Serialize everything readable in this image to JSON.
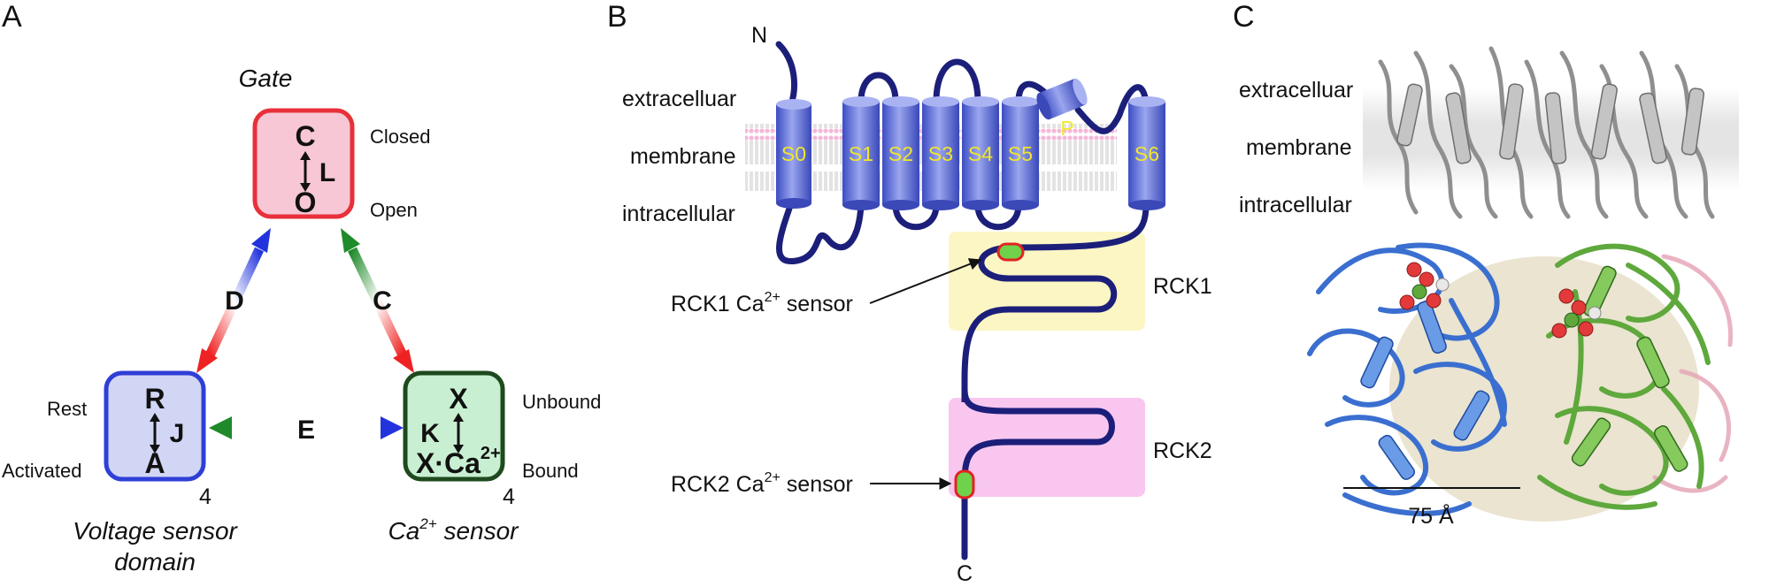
{
  "panels": {
    "a": "A",
    "b": "B",
    "c": "C"
  },
  "panel_a": {
    "gate": {
      "title": "Gate",
      "top_state": "C",
      "bottom_state": "O",
      "constant": "L",
      "top_label": "Closed",
      "bottom_label": "Open",
      "color": "#e8303a",
      "fill": "#f7c7d6"
    },
    "voltage": {
      "top_state": "R",
      "bottom_state": "A",
      "constant": "J",
      "top_label": "Rest",
      "bottom_label": "Activated",
      "count": "4",
      "title_line1": "Voltage sensor",
      "title_line2": "domain",
      "color": "#2f3fd6",
      "fill": "#d2d6f5"
    },
    "calcium": {
      "top_state": "X",
      "bottom_state": "X·Ca",
      "bottom_sup": "2+",
      "constant": "K",
      "top_label": "Unbound",
      "bottom_label": "Bound",
      "count": "4",
      "title": "Ca",
      "title_sup": "2+",
      "title_suffix": " sensor",
      "color": "#1e4a1e",
      "fill": "#c9efd2"
    },
    "edges": {
      "d": "D",
      "c": "C",
      "e": "E"
    },
    "arrow_colors": {
      "red": "#ee2222",
      "blue": "#2233dd",
      "green": "#1f8a2a"
    }
  },
  "panel_b": {
    "n_terminus": "N",
    "c_terminus": "C",
    "extracellular": "extracelluar",
    "membrane": "membrane",
    "intracellular": "intracellular",
    "helices": [
      "S0",
      "S1",
      "S2",
      "S3",
      "S4",
      "S5",
      "S6"
    ],
    "pore": "P",
    "rck1": "RCK1",
    "rck2": "RCK2",
    "rck1_sensor": "RCK1 Ca",
    "rck2_sensor": "RCK2 Ca",
    "sensor_sup": "2+",
    "sensor_suffix": " sensor",
    "colors": {
      "helix": "#5a6ad8",
      "chain": "#1c1f7a",
      "rck1": "#fbf6c4",
      "rck2": "#f9c6ef",
      "sensor_fill": "#6fd24a",
      "sensor_edge": "#e32222"
    }
  },
  "panel_c": {
    "extracellular": "extracelluar",
    "membrane": "membrane",
    "intracellular": "intracellular",
    "scale": "75 Å",
    "colors": {
      "tmd": "#9a9a9a",
      "blue": "#3a6fd0",
      "green": "#5ea83c",
      "tan": "#b8a57a",
      "pink": "#e6a7b8",
      "sphere": "#e23a3a"
    }
  }
}
